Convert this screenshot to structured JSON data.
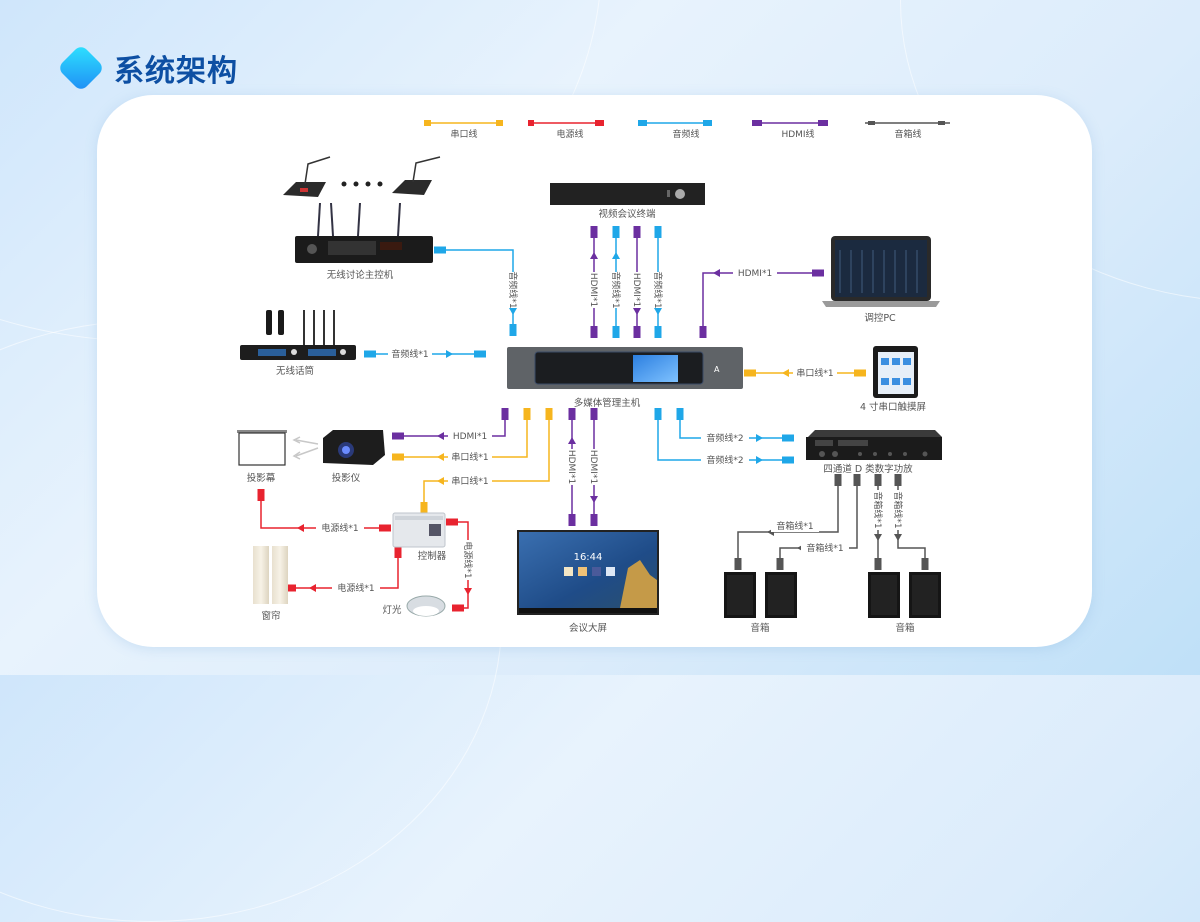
{
  "page": {
    "title": "系统架构"
  },
  "colors": {
    "serial": "#f6b51e",
    "power": "#e8232f",
    "audio": "#1fa7e8",
    "hdmi": "#6b2fa0",
    "speaker": "#555555",
    "title": "#0d4fa3"
  },
  "legend": [
    {
      "type": "serial",
      "label": "串口线"
    },
    {
      "type": "power",
      "label": "电源线"
    },
    {
      "type": "audio",
      "label": "音频线"
    },
    {
      "type": "hdmi",
      "label": "HDMI线"
    },
    {
      "type": "speaker",
      "label": "音箱线"
    }
  ],
  "devices": {
    "conference_host": "无线讨论主控机",
    "video_terminal": "视频会议终端",
    "control_pc": "调控PC",
    "wireless_mic": "无线话筒",
    "media_host": "多媒体管理主机",
    "touch_panel": "4 寸串口触摸屏",
    "projector_screen": "投影幕",
    "projector": "投影仪",
    "controller": "控制器",
    "curtain": "窗帘",
    "light": "灯光",
    "big_screen": "会议大屏",
    "amplifier": "四通道 D 类数字功放",
    "speakers_left": "音箱",
    "speakers_right": "音箱"
  },
  "big_screen_time": "16:44",
  "cables": {
    "conf_audio": "音频线*1",
    "vt_hdmi_in": "HDMI*1",
    "vt_audio_in": "音频线*1",
    "vt_hdmi_out": "HDMI*1",
    "vt_audio_out": "音频线*1",
    "pc_hdmi": "HDMI*1",
    "mic_audio": "音频线*1",
    "panel_serial": "串口线*1",
    "proj_hdmi": "HDMI*1",
    "proj_serial": "串口线*1",
    "ctrl_serial": "串口线*1",
    "screen_hdmi_in": "HDMI*1",
    "screen_hdmi_out": "HDMI*1",
    "amp_audio_1": "音频线*2",
    "amp_audio_2": "音频线*2",
    "screen_power": "电源线*1",
    "curtain_power": "电源线*1",
    "light_power": "电源线*1",
    "spk_1": "音箱线*1",
    "spk_2": "音箱线*1",
    "spk_3": "音箱线*1",
    "spk_4": "音箱线*1"
  }
}
